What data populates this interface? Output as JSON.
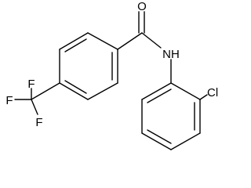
{
  "molecule": {
    "atom_labels": {
      "carbonyl_oxygen": "O",
      "amide_nitrogen": "NH",
      "chlorine": "Cl",
      "fluorine_top": "F",
      "fluorine_left": "F",
      "fluorine_bottom": "F"
    }
  },
  "colors": {
    "bond": "#000000",
    "label": "#000000",
    "background": "#ffffff"
  }
}
